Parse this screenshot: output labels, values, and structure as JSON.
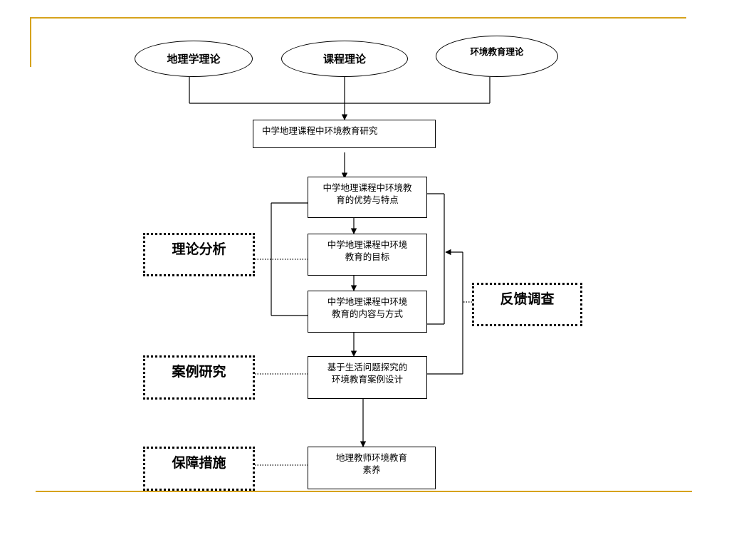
{
  "theories": [
    {
      "label": "地理学理论"
    },
    {
      "label": "课程理论"
    },
    {
      "label": "环境教育理论"
    }
  ],
  "research_title": "中学地理课程中环境教育研究",
  "steps": {
    "advantages": {
      "lines": [
        "中学地理课程中环境教",
        "育的优势与特点"
      ]
    },
    "goals": {
      "lines": [
        "中学地理课程中环境",
        "教育的目标"
      ]
    },
    "content": {
      "lines": [
        "中学地理课程中环境",
        "教育的内容与方式"
      ]
    },
    "case_design": {
      "lines": [
        "基于生活问题探究的",
        "环境教育案例设计"
      ]
    },
    "teacher": {
      "lines": [
        "地理教师环境教育",
        "素养"
      ]
    }
  },
  "labels": {
    "theory_analysis": "理论分析",
    "case_study": "案例研究",
    "safeguard": "保障措施",
    "feedback": "反馈调查"
  },
  "colors": {
    "accent_rule": "#d6a21c"
  }
}
